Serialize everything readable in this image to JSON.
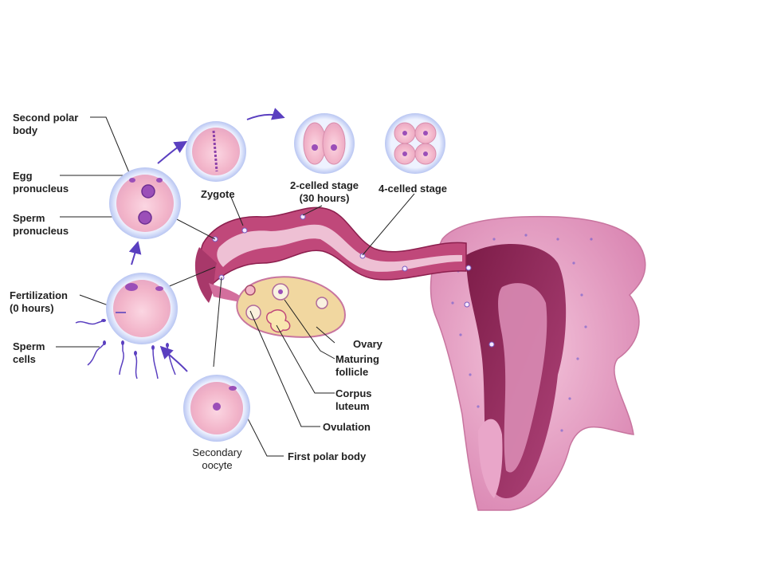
{
  "labels": {
    "second_polar_body": "Second polar\nbody",
    "egg_pronucleus": "Egg\npronucleus",
    "sperm_pronucleus": "Sperm\npronucleus",
    "fertilization": "Fertilization\n(0 hours)",
    "sperm_cells": "Sperm\ncells",
    "zygote": "Zygote",
    "two_celled": "2-celled stage\n(30 hours)",
    "four_celled": "4-celled stage",
    "ovary": "Ovary",
    "maturing_follicle": "Maturing\nfollicle",
    "corpus_luteum": "Corpus\nluteum",
    "ovulation": "Ovulation",
    "first_polar_body": "First polar body",
    "secondary_oocyte": "Secondary\noocyte"
  },
  "colors": {
    "tube_outer": "#c0487a",
    "tube_inner": "#e8b3cc",
    "uterus": "#e7a3c6",
    "uterus_dark": "#8c1f4e",
    "cell_shell": "#dfe6fb",
    "cell_fill": "#f7c3d3",
    "nucleus": "#9b4fb8",
    "arrow": "#5a3fc0",
    "ovary": "#f1d7a0"
  }
}
